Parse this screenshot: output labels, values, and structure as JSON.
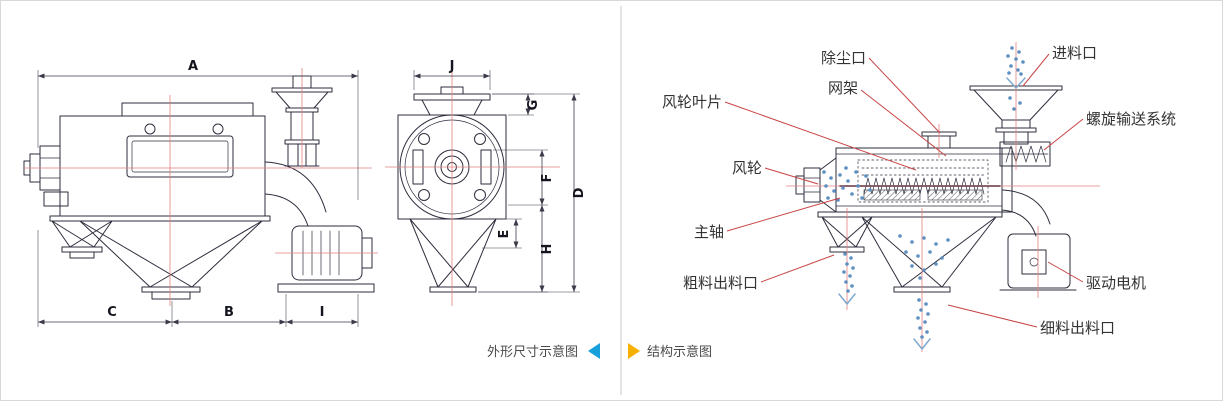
{
  "left_panel": {
    "caption": "外形尺寸示意图",
    "dimension_labels": {
      "A": "A",
      "B": "B",
      "C": "C",
      "D": "D",
      "E": "E",
      "F": "F",
      "G": "G",
      "H": "H",
      "I": "I",
      "J": "J"
    }
  },
  "right_panel": {
    "caption": "结构示意图",
    "part_labels": {
      "dust_port": "除尘口",
      "feed_inlet": "进料口",
      "impeller_blades": "风轮叶片",
      "mesh_frame": "网架",
      "screw_conveyor_system": "螺旋输送系统",
      "impeller": "风轮",
      "main_shaft": "主轴",
      "coarse_outlet": "粗料出料口",
      "drive_motor": "驱动电机",
      "fine_outlet": "细料出料口"
    }
  },
  "colors": {
    "drawing_line": "#2e2e3e",
    "centerline_red": "#e37f7f",
    "leader_red": "#c84545",
    "flow_blue": "#5d8fc0",
    "left_nav_arrow_blue": "#18a0dc",
    "right_nav_arrow_yellow": "#f5b000"
  }
}
